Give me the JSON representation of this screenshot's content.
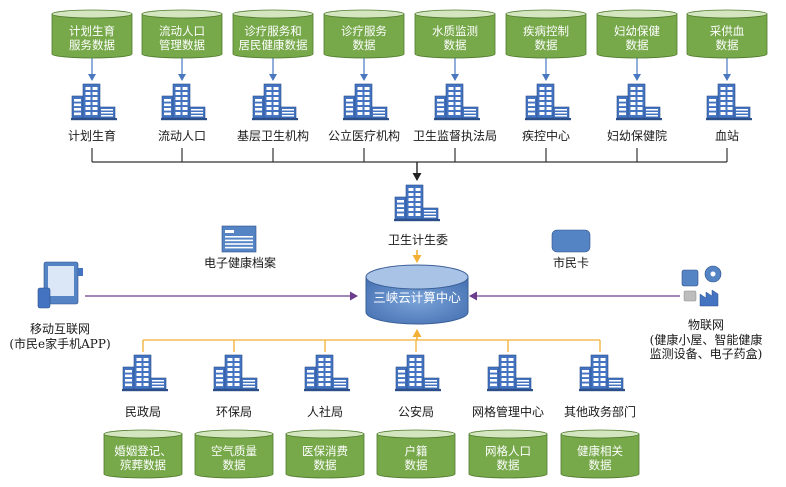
{
  "top_databases": [
    [
      "计划生育",
      "服务数据"
    ],
    [
      "流动人口",
      "管理数据"
    ],
    [
      "诊疗服务和",
      "居民健康数据"
    ],
    [
      "诊疗服务",
      "数据"
    ],
    [
      "水质监测",
      "数据"
    ],
    [
      "疾病控制",
      "数据"
    ],
    [
      "妇幼保健",
      "数据"
    ],
    [
      "采供血",
      "数据"
    ]
  ],
  "top_agencies": [
    "计划生育",
    "流动人口",
    "基层卫生机构",
    "公立医疗机构",
    "卫生监督执法局",
    "疾控中心",
    "妇幼保健院",
    "血站"
  ],
  "center": {
    "commission_label": "卫生计生委",
    "cloud_label": "三峡云计算中心",
    "health_record_label": "电子健康档案",
    "citizen_card_label": "市民卡"
  },
  "left_node": {
    "line1": "移动互联网",
    "line2": "(市民e家手机APP)"
  },
  "right_node": {
    "line1": "物联网",
    "line2": "(健康小屋、智能健康",
    "line3": "监测设备、电子药盒)"
  },
  "bottom_agencies": [
    "民政局",
    "环保局",
    "人社局",
    "公安局",
    "网格管理中心",
    "其他政务部门"
  ],
  "bottom_databases": [
    [
      "婚姻登记、",
      "殡葬数据"
    ],
    [
      "空气质量",
      "数据"
    ],
    [
      "医保消费",
      "数据"
    ],
    [
      "户籍",
      "数据"
    ],
    [
      "网格人口",
      "数据"
    ],
    [
      "健康相关",
      "数据"
    ]
  ],
  "colors": {
    "db_green": "#77a84a",
    "db_top": "#d4e6bf",
    "db_outline": "#4f7a2c",
    "building_blue": "#4474c1",
    "arrow_blue": "#4a78c0",
    "arrow_black": "#222222",
    "arrow_orange": "#f2b136",
    "arrow_purple": "#6a3d8e",
    "cloud_blue": "#5b87c5"
  }
}
